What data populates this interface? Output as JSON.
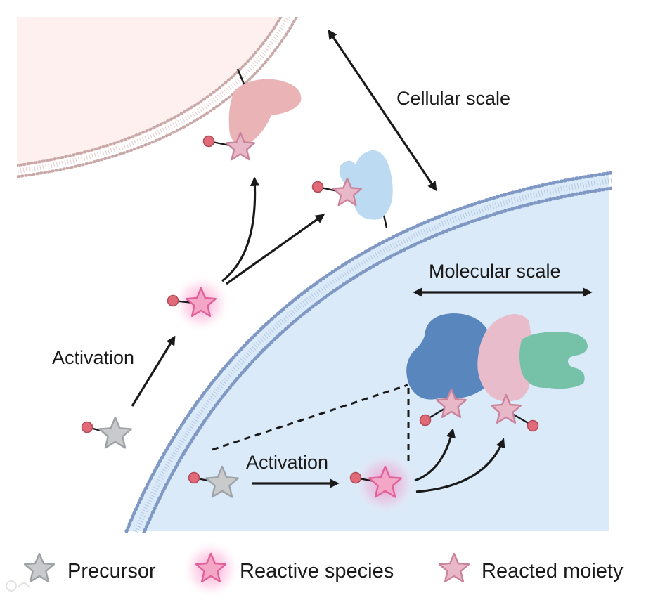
{
  "labels": {
    "cellular_scale": "Cellular scale",
    "molecular_scale": "Molecular scale",
    "activation_top": "Activation",
    "activation_bottom": "Activation"
  },
  "legend": {
    "precursor": "Precursor",
    "reactive_species": "Reactive species",
    "reacted_moiety": "Reacted moiety"
  },
  "colors": {
    "precursor_star": "#c8cacc",
    "reactive_star": "#f4a6c6",
    "reacted_star": "#e9b8c8",
    "upper_cell_fill": "#fdf0ef",
    "upper_membrane": "#c9a8a8",
    "lower_cell_fill": "#dbeaf8",
    "lower_membrane": "#7f98c4",
    "warhead_dot": "#e06a78",
    "blue_protein": "#5a86be",
    "pink_protein": "#e9bccb",
    "green_protein": "#76c2a8",
    "light_blue_protein": "#bcdaf1",
    "light_pink_protein": "#eab4b6"
  }
}
